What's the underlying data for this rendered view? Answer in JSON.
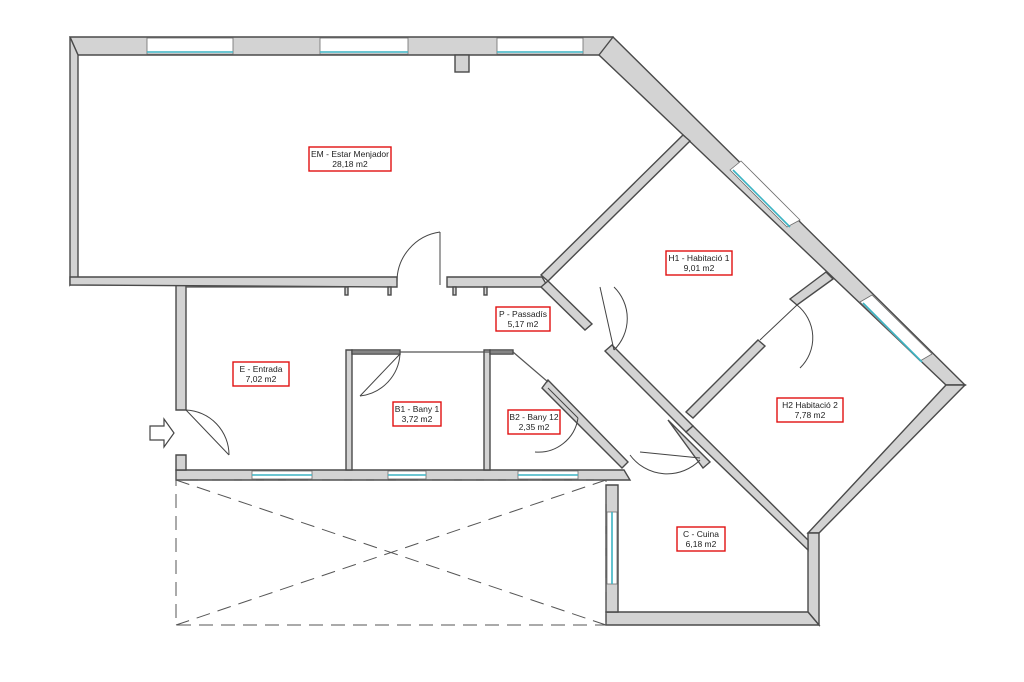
{
  "rooms": [
    {
      "code": "EM",
      "name": "Estar Menjador",
      "title": "EM - Estar Menjador",
      "area": "28,18 m2"
    },
    {
      "code": "H1",
      "name": "Habitació 1",
      "title": "H1 - Habitació 1",
      "area": "9,01 m2"
    },
    {
      "code": "P",
      "name": "Passadís",
      "title": "P - Passadís",
      "area": "5,17 m2"
    },
    {
      "code": "E",
      "name": "Entrada",
      "title": "E - Entrada",
      "area": "7,02 m2"
    },
    {
      "code": "B1",
      "name": "Bany 1",
      "title": "B1 - Bany 1",
      "area": "3,72 m2"
    },
    {
      "code": "B2",
      "name": "Bany 12",
      "title": "B2 - Bany 12",
      "area": "2,35 m2"
    },
    {
      "code": "H2",
      "name": "Habitació 2",
      "title": "H2   Habitació 2",
      "area": "7,78 m2"
    },
    {
      "code": "C",
      "name": "Cuina",
      "title": "C - Cuina",
      "area": "6,18 m2"
    }
  ],
  "colors": {
    "label_border": "#e01010",
    "wall_fill": "#d3d3d3",
    "glass": "#3bb3c3"
  },
  "icons": {
    "entrance": "arrow-right-icon"
  }
}
